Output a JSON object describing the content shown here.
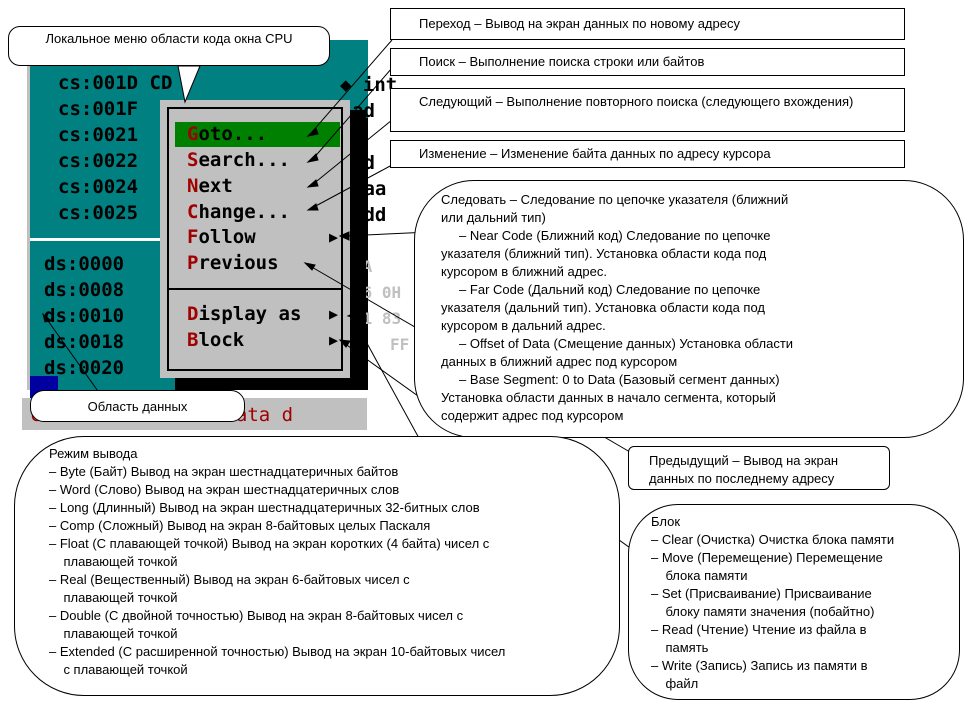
{
  "cpu": {
    "code_lines": [
      "cs:001D",
      "cs:001F",
      "cs:0021",
      "cs:0022",
      "cs:0024",
      "cs:0025"
    ],
    "code_prefix": "CD",
    "data_lines": [
      "ds:0000",
      "ds:0008",
      "ds:0010",
      "ds:0018",
      "ds:0020"
    ],
    "right_fragments": {
      "r1": "◆ int",
      "r2": "ad",
      "r3": "ad",
      "r4": "daa",
      "r5": "add"
    },
    "dark_fragments": {
      "d1": "9A",
      "d2": "26 0H",
      "d3": "21 83",
      "d4": "FF"
    },
    "status_text": "ctr  address for data d"
  },
  "menu": {
    "items": [
      {
        "hot": "G",
        "rest": "oto...",
        "selected": true,
        "submenu": false
      },
      {
        "hot": "S",
        "rest": "earch...",
        "selected": false,
        "submenu": false
      },
      {
        "hot": "N",
        "rest": "ext",
        "selected": false,
        "submenu": false
      },
      {
        "hot": "C",
        "rest": "hange...",
        "selected": false,
        "submenu": false
      },
      {
        "hot": "F",
        "rest": "ollow",
        "selected": false,
        "submenu": true
      },
      {
        "hot": "P",
        "rest": "revious",
        "selected": false,
        "submenu": false
      },
      {
        "hot": "D",
        "rest": "isplay as",
        "selected": false,
        "submenu": true
      },
      {
        "hot": "B",
        "rest": "lock",
        "selected": false,
        "submenu": true
      }
    ],
    "arrow_glyph": "▶"
  },
  "callouts": {
    "local_menu": "Локальное меню области кода окна CPU",
    "goto": "Переход – Вывод на экран данных по новому адресу",
    "search": "Поиск – Выполнение поиска строки или байтов",
    "next": "Следующий – Выполнение повторного поиска (следующего вхождения)",
    "change": "Изменение – Изменение байта данных по адресу курсора",
    "follow_lines": [
      "Следовать – Следование по цепочке указателя (ближний",
      "или дальний тип)",
      "     – Near Code (Ближний код) Следование по цепочке",
      "указателя (ближний тип). Установка области кода под",
      "курсором в ближний адрес.",
      "     – Far Code (Дальний код) Следование по цепочке",
      "указателя (дальний тип). Установка области кода под",
      "курсором в дальний адрес.",
      "     – Offset of Data (Смещение данных) Установка области",
      "данных в ближний адрес под курсором",
      "     – Base Segment: 0 to Data (Базовый сегмент данных)",
      "Установка области данных в начало сегмента, который",
      "содержит адрес под курсором"
    ],
    "data_area": "Область данных",
    "previous_lines": [
      "Предыдущий – Вывод на экран",
      "данных по последнему адресу"
    ],
    "display_lines": [
      "Режим вывода",
      "– Byte (Байт) Вывод на экран шестнадцатеричных байтов",
      "– Word (Слово) Вывод на экран шестнадцатеричных слов",
      "– Long (Длинный) Вывод на экран шестнадцатеричных 32-битных слов",
      "– Comp (Сложный) Вывод на экран 8-байтовых целых Паскаля",
      "– Float (С плавающей точкой) Вывод на экран коротких (4 байта) чисел с",
      "    плавающей точкой",
      "– Real (Вещественный) Вывод на экран 6-байтовых чисел с",
      "    плавающей точкой",
      "– Double (С двойной точностью) Вывод на экран 8-байтовых чисел с",
      "    плавающей точкой",
      "– Extended (С расширенной точностью) Вывод на экран 10-байтовых чисел",
      "    с плавающей точкой"
    ],
    "block_lines": [
      "Блок",
      "– Clear (Очистка) Очистка блока памяти",
      "– Move (Перемещение) Перемещение",
      "    блока памяти",
      "– Set (Присваивание) Присваивание",
      "    блоку памяти значения (побайтно)",
      "– Read (Чтение) Чтение из файла в",
      "    память",
      "– Write (Запись) Запись из памяти в",
      "    файл"
    ]
  }
}
